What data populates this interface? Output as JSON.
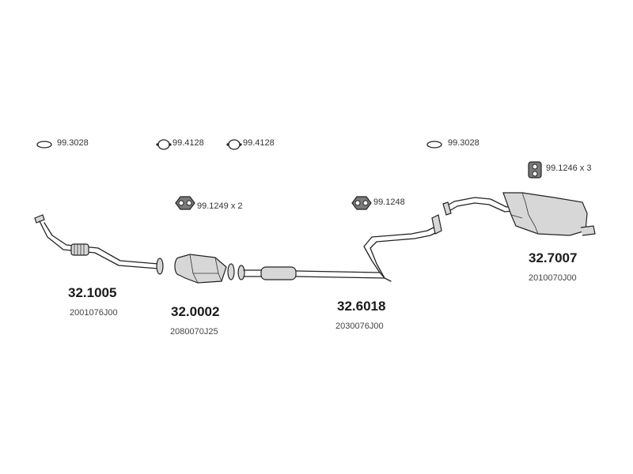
{
  "hardware": [
    {
      "code": "99.3028",
      "icon": "gasket-ring-icon"
    },
    {
      "code": "99.4128",
      "icon": "gasket-flange-icon"
    },
    {
      "code": "99.4128",
      "icon": "gasket-flange-icon"
    },
    {
      "code": "99.3028",
      "icon": "gasket-ring-icon"
    },
    {
      "code": "99.1246 x 3",
      "icon": "rubber-hanger-icon"
    },
    {
      "code": "99.1249 x 2",
      "icon": "rubber-mount-icon"
    },
    {
      "code": "99.1248",
      "icon": "rubber-mount-icon"
    }
  ],
  "parts": [
    {
      "number": "32.1005",
      "oem": "2001076J00",
      "icon": "front-pipe-icon"
    },
    {
      "number": "32.0002",
      "oem": "2080070J25",
      "icon": "catalytic-converter-icon"
    },
    {
      "number": "32.6018",
      "oem": "2030076J00",
      "icon": "center-pipe-icon"
    },
    {
      "number": "32.7007",
      "oem": "2010070J00",
      "icon": "rear-muffler-icon"
    }
  ],
  "colors": {
    "line": "#222222",
    "fill": "#d7d7d7",
    "dark": "#7a7a7a"
  }
}
